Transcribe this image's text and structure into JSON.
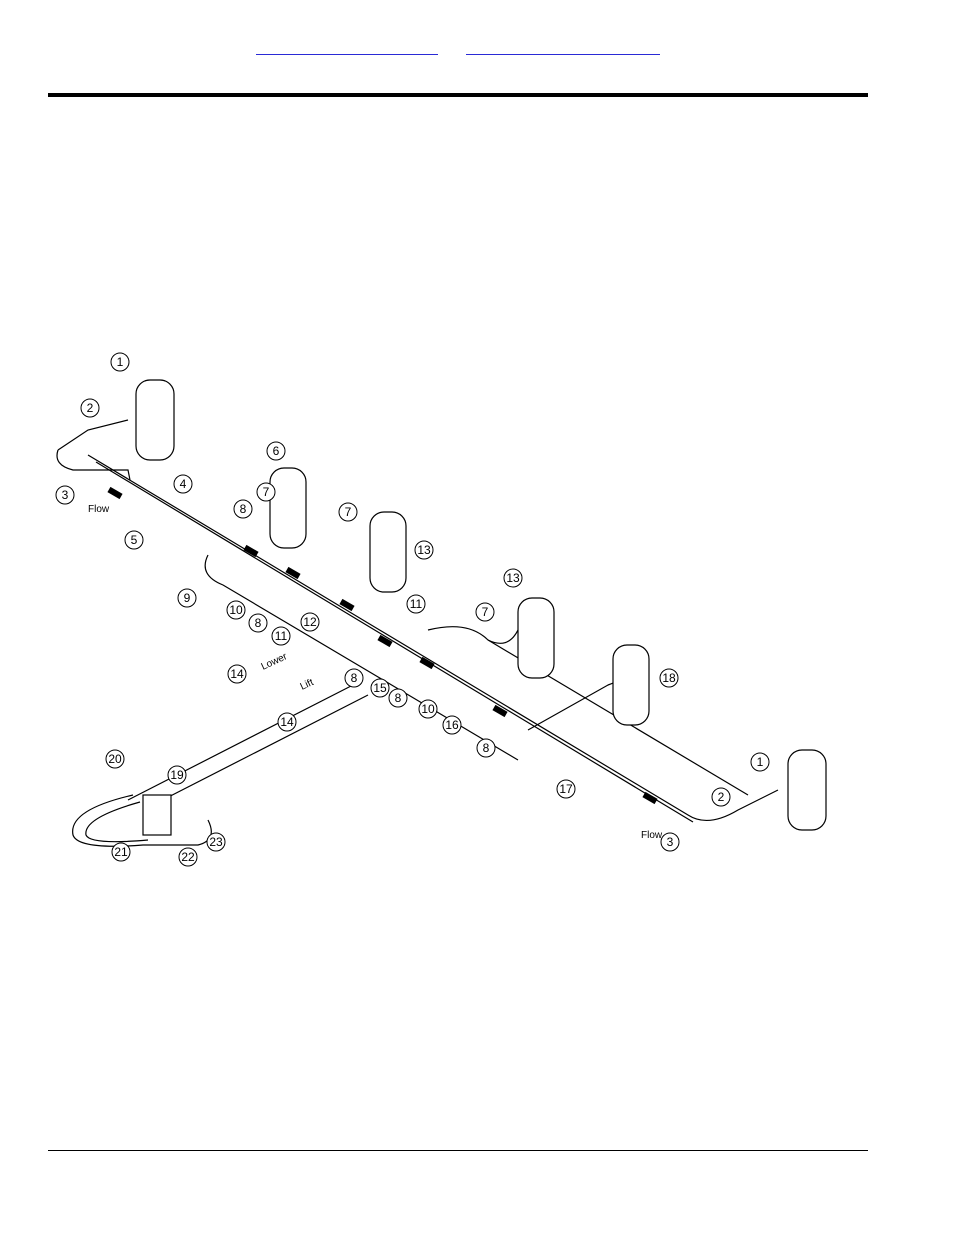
{
  "header": {
    "links": [
      "",
      ""
    ]
  },
  "diagram": {
    "callouts": [
      "1",
      "2",
      "3",
      "4",
      "5",
      "6",
      "7",
      "7",
      "8",
      "9",
      "10",
      "8",
      "11",
      "12",
      "13",
      "11",
      "7",
      "13",
      "8",
      "15",
      "8",
      "10",
      "16",
      "18",
      "8",
      "14",
      "14",
      "20",
      "19",
      "21",
      "22",
      "23",
      "17",
      "2",
      "1",
      "3"
    ],
    "labels": {
      "flow_left": "Flow",
      "flow_right": "Flow",
      "lower": "Lower",
      "lift": "Lift"
    }
  }
}
